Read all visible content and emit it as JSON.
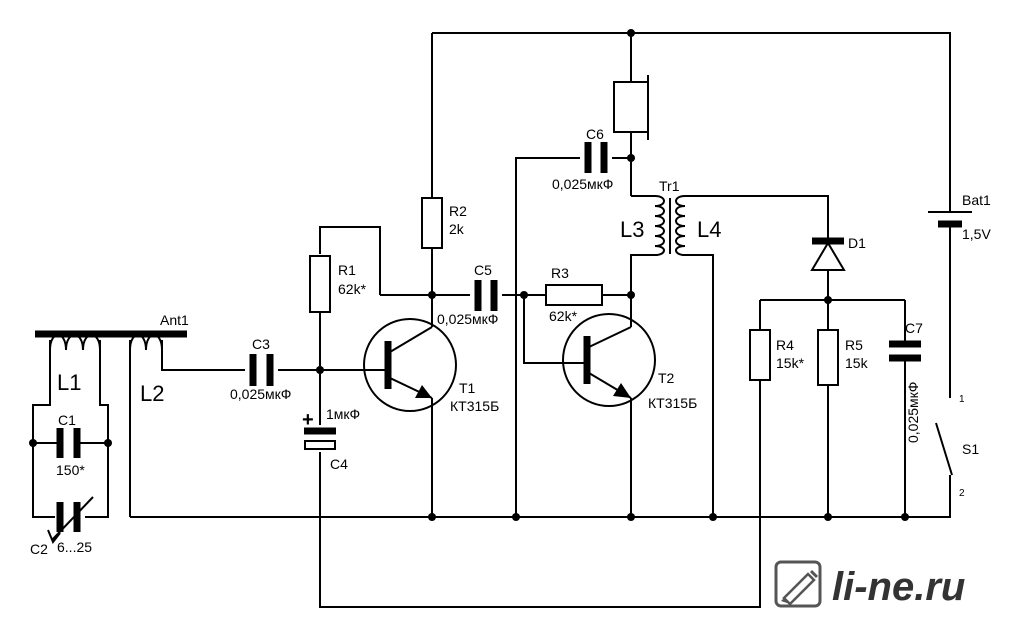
{
  "components": {
    "antenna": {
      "name": "Ant1"
    },
    "L1": {
      "name": "L1"
    },
    "L2": {
      "name": "L2"
    },
    "C1": {
      "name": "C1",
      "value": "150*"
    },
    "C2": {
      "name": "C2",
      "value": "6...25"
    },
    "C3": {
      "name": "C3",
      "value": "0,025мкФ"
    },
    "C4": {
      "name": "C4",
      "value": "1мкФ",
      "polarity": "+"
    },
    "R1": {
      "name": "R1",
      "value": "62k*"
    },
    "R2": {
      "name": "R2",
      "value": "2k"
    },
    "C5": {
      "name": "C5",
      "value": "0,025мкФ"
    },
    "R3": {
      "name": "R3",
      "value": "62k*"
    },
    "T1": {
      "name": "T1",
      "value": "КТ315Б"
    },
    "T2": {
      "name": "T2",
      "value": "КТ315Б"
    },
    "C6": {
      "name": "C6",
      "value": "0,025мкФ"
    },
    "Tr1": {
      "name": "Tr1"
    },
    "L3": {
      "name": "L3"
    },
    "L4": {
      "name": "L4"
    },
    "D1": {
      "name": "D1"
    },
    "R4": {
      "name": "R4",
      "value": "15k*"
    },
    "R5": {
      "name": "R5",
      "value": "15k"
    },
    "C7": {
      "name": "C7",
      "value": "0,025мкФ"
    },
    "Bat1": {
      "name": "Bat1",
      "value": "1,5V"
    },
    "S1": {
      "name": "S1",
      "pin1": "1",
      "pin2": "2"
    }
  },
  "watermark": {
    "text": "li-ne.ru",
    "icon": "pencil-ruler-icon"
  },
  "colors": {
    "ink": "#000000",
    "background": "#ffffff",
    "logo": "#333333"
  }
}
